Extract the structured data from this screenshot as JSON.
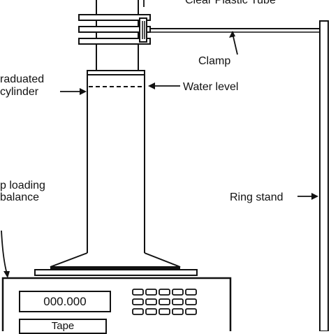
{
  "labels": {
    "clear_plastic_tube": "Clear Plastic Tube",
    "clamp": "Clamp",
    "graduated_cylinder_line1": "raduated",
    "graduated_cylinder_line2": "cylinder",
    "water_level": "Water level",
    "top_loading_balance_line1": "p loading",
    "top_loading_balance_line2": "balance",
    "ring_stand": "Ring stand"
  },
  "balance": {
    "display_value": "000.000",
    "tape_label": "Tape",
    "keypad_rows": 3,
    "keypad_cols": 5
  },
  "colors": {
    "ink": "#111111",
    "background": "#ffffff"
  }
}
